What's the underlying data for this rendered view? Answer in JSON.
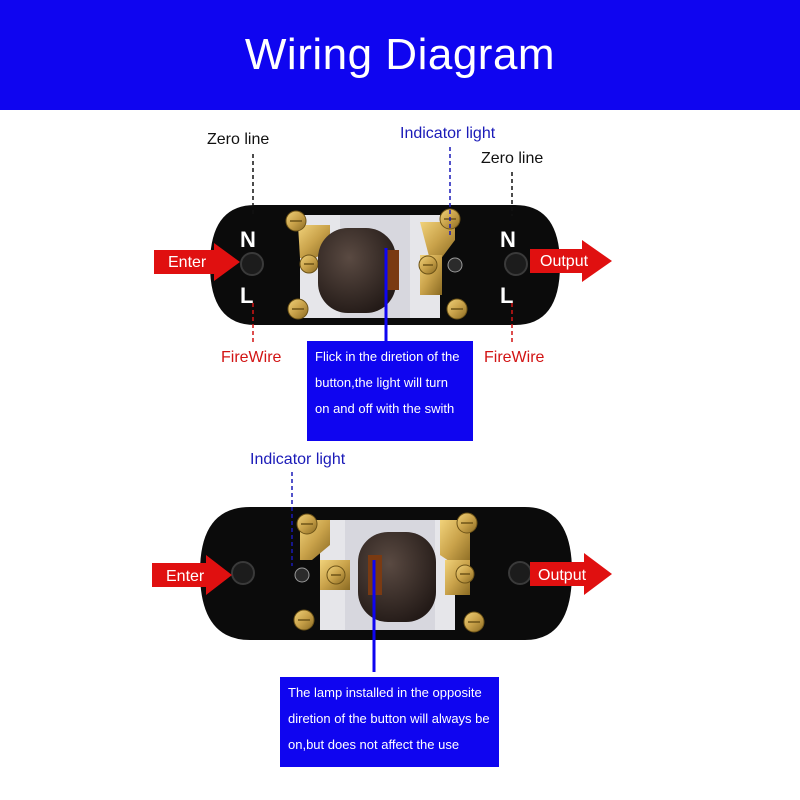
{
  "title": "Wiring Diagram",
  "top_diagram": {
    "zero_line_left": "Zero line",
    "zero_line_right": "Zero line",
    "indicator_light": "Indicator light",
    "firewire_left": "FireWire",
    "firewire_right": "FireWire",
    "enter": "Enter",
    "output": "Output",
    "n_left": "N",
    "l_left": "L",
    "n_right": "N",
    "l_right": "L",
    "note": "Flick in the diretion of the button,the light will turn on and off with the swith"
  },
  "bottom_diagram": {
    "indicator_light": "Indicator light",
    "enter": "Enter",
    "output": "Output",
    "note": "The lamp installed in the opposite diretion of the button will always be on,but does not affect the use"
  },
  "colors": {
    "banner": "#0f05f0",
    "arrow": "#e01010",
    "switch_body": "#0b0b0b",
    "brass": "#c9a24a"
  }
}
